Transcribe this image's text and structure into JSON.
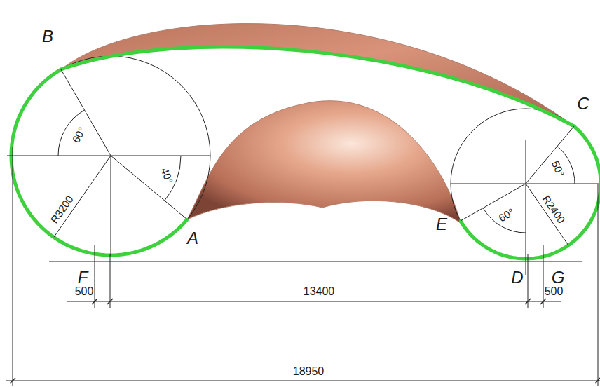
{
  "diagram": {
    "labels": [
      "B",
      "C",
      "60°",
      "40°",
      "R3200",
      "A",
      "E",
      "60°",
      "50°",
      "R2400",
      "F",
      "D",
      "G",
      "500",
      "13400",
      "500",
      "18950"
    ]
  }
}
